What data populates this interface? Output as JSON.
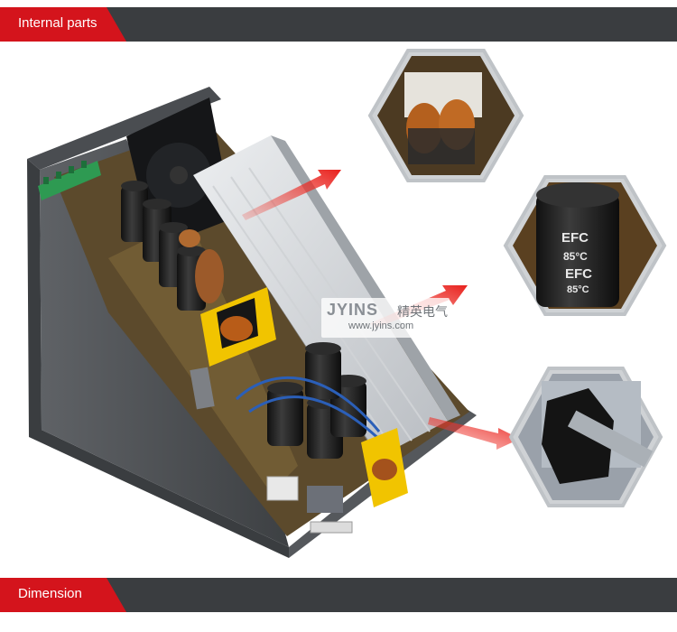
{
  "header": {
    "title": "Internal parts"
  },
  "footer": {
    "title": "Dimension"
  },
  "watermark": {
    "brand": "JYINS",
    "brand_cn": "精英电气",
    "url": "www.jyins.com"
  },
  "capacitor_marks": {
    "brand": "EFC",
    "temp": "85°C"
  },
  "colors": {
    "accent": "#d4141c",
    "banner": "#3a3d40",
    "arrow": "#e8201c"
  },
  "detail_views": [
    "common-mode-choke",
    "electrolytic-capacitor",
    "power-switch"
  ]
}
